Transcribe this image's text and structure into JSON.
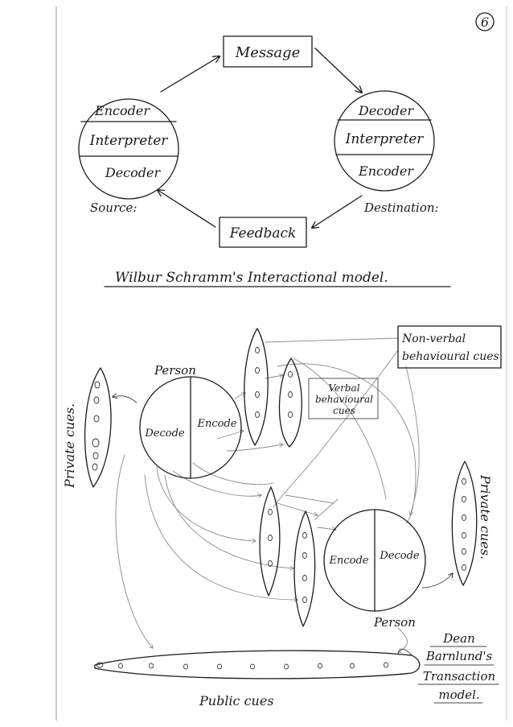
{
  "page_number": "6",
  "schramm": {
    "message": "Message",
    "feedback": "Feedback",
    "source": {
      "encoder": "Encoder",
      "interpreter": "Interpreter",
      "decoder": "Decoder",
      "label": "Source:"
    },
    "destination": {
      "decoder": "Decoder",
      "interpreter": "Interpreter",
      "encoder": "Encoder",
      "label": "Destination:"
    },
    "caption": "Wilbur Schramm's Interactional model."
  },
  "barnlund": {
    "non_verbal_line1": "Non-verbal",
    "non_verbal_line2": "behavioural cues",
    "verbal_line1": "Verbal",
    "verbal_line2": "behavioural",
    "verbal_line3": "cues",
    "person_top": "Person",
    "person_top_decode": "Decode",
    "person_top_encode": "Encode",
    "person_bottom": "Person",
    "person_bottom_encode": "Encode",
    "person_bottom_decode": "Decode",
    "private_cues_left": "Private cues.",
    "private_cues_right": "Private cues.",
    "public_cues": "Public cues",
    "caption_line1": "Dean",
    "caption_line2": "Barnlund's",
    "caption_line3": "Transaction",
    "caption_line4": "model."
  }
}
